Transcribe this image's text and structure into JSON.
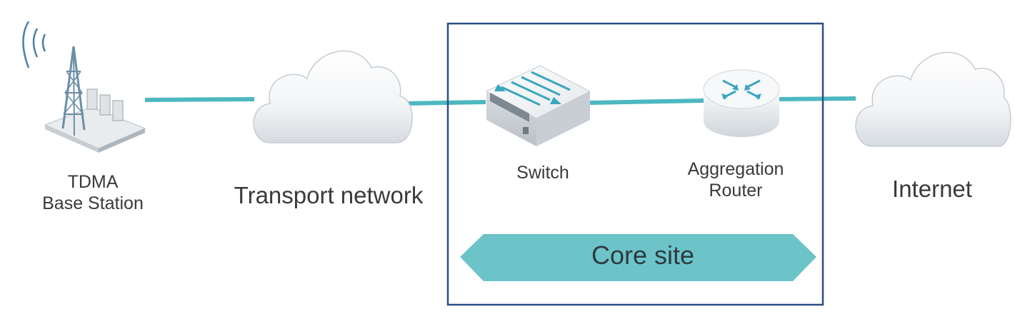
{
  "nodes": {
    "base_station": {
      "line1": "TDMA",
      "line2": "Base Station",
      "icon": "cell-tower-icon"
    },
    "transport": {
      "label": "Transport network",
      "icon": "cloud-icon"
    },
    "switch": {
      "label": "Switch",
      "icon": "switch-icon"
    },
    "router": {
      "line1": "Aggregation",
      "line2": "Router",
      "icon": "router-icon"
    },
    "internet": {
      "label": "Internet",
      "icon": "cloud-icon"
    }
  },
  "core_site": {
    "label": "Core site"
  },
  "colors": {
    "link": "#4db8c0",
    "core_banner": "#6cc4c9",
    "core_border": "#2b4d87",
    "tower": "#6b8fa6"
  }
}
